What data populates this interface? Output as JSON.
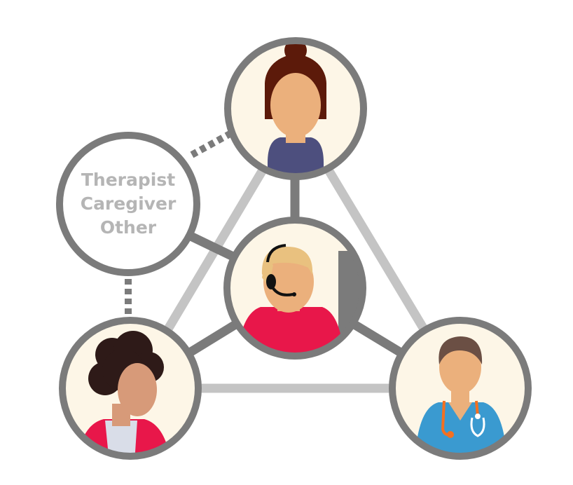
{
  "other_roles": {
    "lines": [
      "Therapist",
      "Caregiver",
      "Other"
    ]
  },
  "people": [
    {
      "id": "patient",
      "icon": "patient-avatar-icon"
    },
    {
      "id": "care-coordinator",
      "icon": "headset-agent-icon"
    },
    {
      "id": "family-member",
      "icon": "family-member-avatar-icon"
    },
    {
      "id": "doctor",
      "icon": "doctor-stethoscope-icon"
    }
  ],
  "colors": {
    "ring": "#7b7b7b",
    "circle_fill": "#fdf6e7",
    "outer_link": "#c4c4c4",
    "inner_link": "#7b7b7b",
    "label_text": "#b5b5b5",
    "skin_light": "#ebb07c",
    "skin_dark": "#d79a79",
    "hair_brown": "#5c1a0a",
    "hair_blond": "#e9c17f",
    "hair_black": "#2e1a18",
    "scrubs": "#3a9ad0",
    "shirt_red": "#e8174a",
    "collar_navy": "#4d4f7e",
    "stethoscope_orange": "#f37021"
  }
}
